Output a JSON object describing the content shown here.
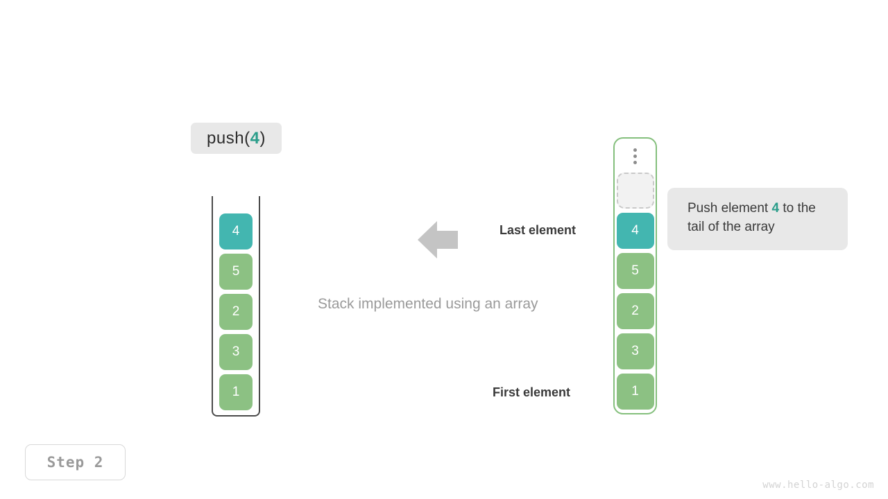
{
  "operation": {
    "prefix": "push(",
    "argument": "4",
    "suffix": ")"
  },
  "stack_panel": {
    "name": "stack-implemented-using-an-array",
    "caption": "Stack implemented using an array",
    "cells": [
      {
        "value": "4",
        "color": "teal"
      },
      {
        "value": "5",
        "color": "green"
      },
      {
        "value": "2",
        "color": "green"
      },
      {
        "value": "3",
        "color": "green"
      },
      {
        "value": "1",
        "color": "green"
      }
    ]
  },
  "array_panel": {
    "ellipsis": "vertical-ellipsis",
    "empty_slot_label": "",
    "cells": [
      {
        "value": "4",
        "color": "teal"
      },
      {
        "value": "5",
        "color": "green"
      },
      {
        "value": "2",
        "color": "green"
      },
      {
        "value": "3",
        "color": "green"
      },
      {
        "value": "1",
        "color": "green"
      }
    ]
  },
  "callout": {
    "line1_before": "Push element ",
    "accent": "4",
    "line1_after": " to",
    "line2": "the tail of the array"
  },
  "annotations": {
    "last_element": "Last element",
    "first_element": "First element",
    "arrow": "arrow-left-icon"
  },
  "step_badge": "Step 2",
  "watermark": "www.hello-algo.com",
  "colors": {
    "teal": "#43b6b0",
    "green": "#8cc183",
    "accent_text": "#2a9d8a",
    "label_bg": "#e8e8e8",
    "array_border": "#84bf7c",
    "vessel_border": "#4a4a4a",
    "arrow": "#c4c4c4"
  }
}
